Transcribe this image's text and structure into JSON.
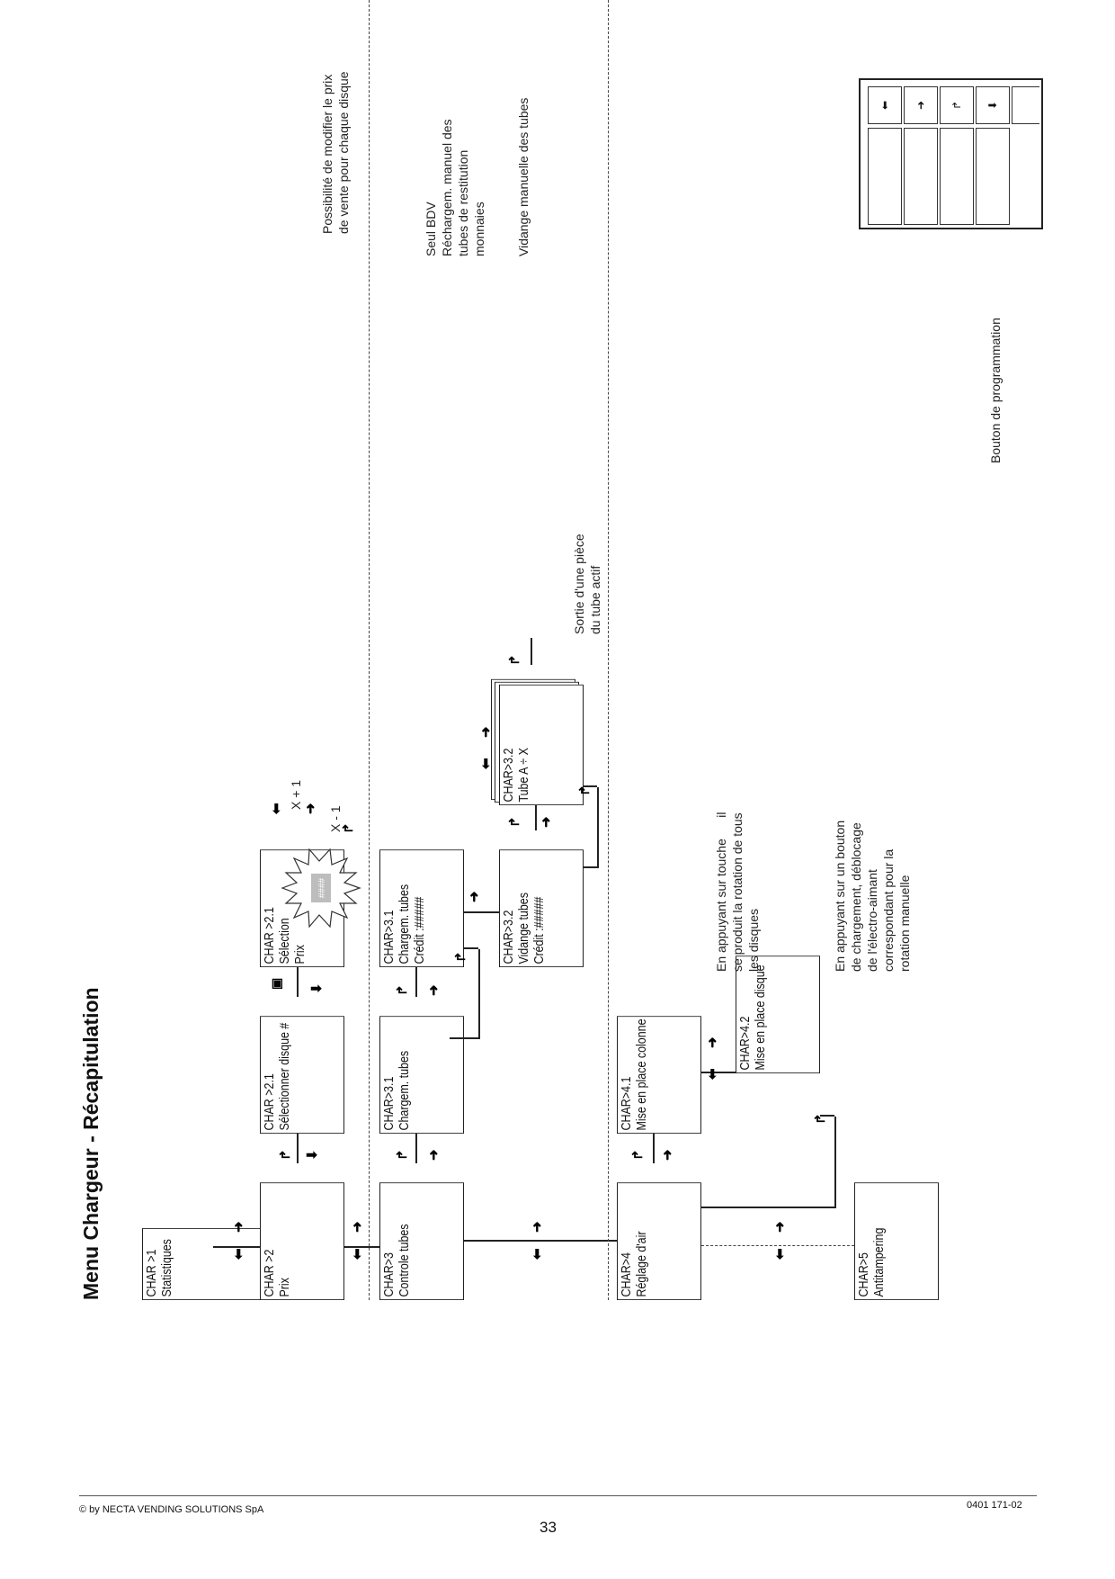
{
  "title": "Menu Chargeur - Récapitulation",
  "footer": {
    "copyright": "© by NECTA VENDING SOLUTIONS SpA",
    "page_number": "33",
    "doc_ref": "0401  171-02"
  },
  "boxes": {
    "char1": [
      "CHAR >1",
      "Statistiques"
    ],
    "char2": [
      "CHAR >2",
      "Prix"
    ],
    "char21": [
      "CHAR >2.1",
      "Sélectionner disque  #"
    ],
    "char21_sel": [
      "CHAR >2.1",
      "",
      "Sélection",
      "Prix"
    ],
    "char3": [
      "CHAR>3",
      "Controle tubes"
    ],
    "char31": [
      "CHAR>3.1",
      "Chargem. tubes"
    ],
    "char31_credit": [
      "CHAR>3.1",
      "Chargem. tubes",
      "",
      "Crédit :#####"
    ],
    "char32_vid": [
      "CHAR>3.2",
      "Vidange tubes",
      "",
      "Crédit :#####"
    ],
    "char32_tube": [
      "CHAR>3.2",
      "Tube A ÷ X"
    ],
    "char4": [
      "CHAR>4",
      "Réglage d'air"
    ],
    "char41": [
      "CHAR>4.1",
      "Mise en place colonne"
    ],
    "char42": [
      "CHAR>4.2",
      "Mise en place disque"
    ],
    "char5": [
      "CHAR>5",
      "Antitampering"
    ]
  },
  "price_badge": "####",
  "labels": {
    "x_plus": "X + 1",
    "x_minus": "X - 1",
    "note_prix": "Possibilité de modifier le prix\nde vente pour chaque disque",
    "note_bdv": "Seul BDV\nRéchargem. manuel des\ntubes de restitution\nmonnaies",
    "note_vidange": "Vidange manuelle des tubes",
    "note_sortie": "Sortie d'une pièce\ndu tube actif",
    "note_rotation": "En appuyant sur touche      il\nse produit la rotation de tous\nles disques",
    "note_bouton": "En appuyant sur un bouton\nde chargement, déblocage\nde l'électro-aimant\ncorrespondant pour la\nrotation manuelle",
    "note_programmation": "Bouton de programmation"
  },
  "icons": {
    "arrow_left": "left-arrow-icon",
    "arrow_right": "right-arrow-icon",
    "arrow_enter": "enter-arrow-icon",
    "arrow_down": "down-arrow-icon",
    "programming_button": "programming-button-icon"
  }
}
